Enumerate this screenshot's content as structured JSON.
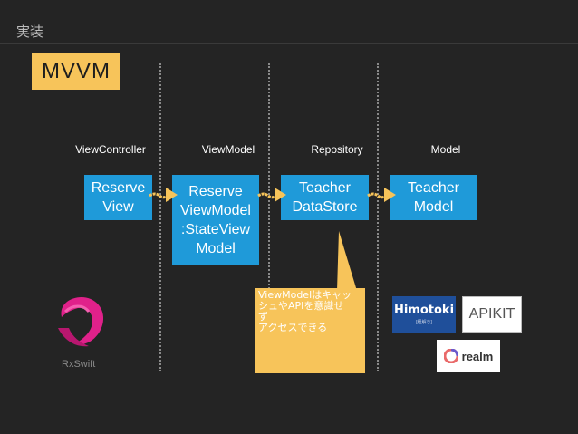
{
  "slide": {
    "title": "実装"
  },
  "badge": {
    "label": "MVVM"
  },
  "columns": [
    {
      "label": "ViewController"
    },
    {
      "label": "ViewModel"
    },
    {
      "label": "Repository"
    },
    {
      "label": "Model"
    }
  ],
  "boxes": [
    {
      "lines": [
        "Reserve",
        "View"
      ]
    },
    {
      "lines": [
        "Reserve",
        "ViewModel",
        ":StateView",
        "Model"
      ]
    },
    {
      "lines": [
        "Teacher",
        "DataStore"
      ]
    },
    {
      "lines": [
        "Teacher",
        "Model"
      ]
    }
  ],
  "note": {
    "lines": [
      "ViewModelはキャッ",
      "シュやAPIを意識せ",
      "ず",
      "アクセスできる"
    ]
  },
  "libraries": {
    "rx": {
      "label": "RxSwift"
    },
    "himotoki": {
      "label": "Himotoki",
      "sub": "[紐解き]"
    },
    "apikit": {
      "label": "APIKIT"
    },
    "realm": {
      "label": "realm"
    }
  },
  "colors": {
    "background": "#242424",
    "box": "#1f9ad9",
    "accent": "#f7c45a",
    "rx": "#e0218a"
  }
}
